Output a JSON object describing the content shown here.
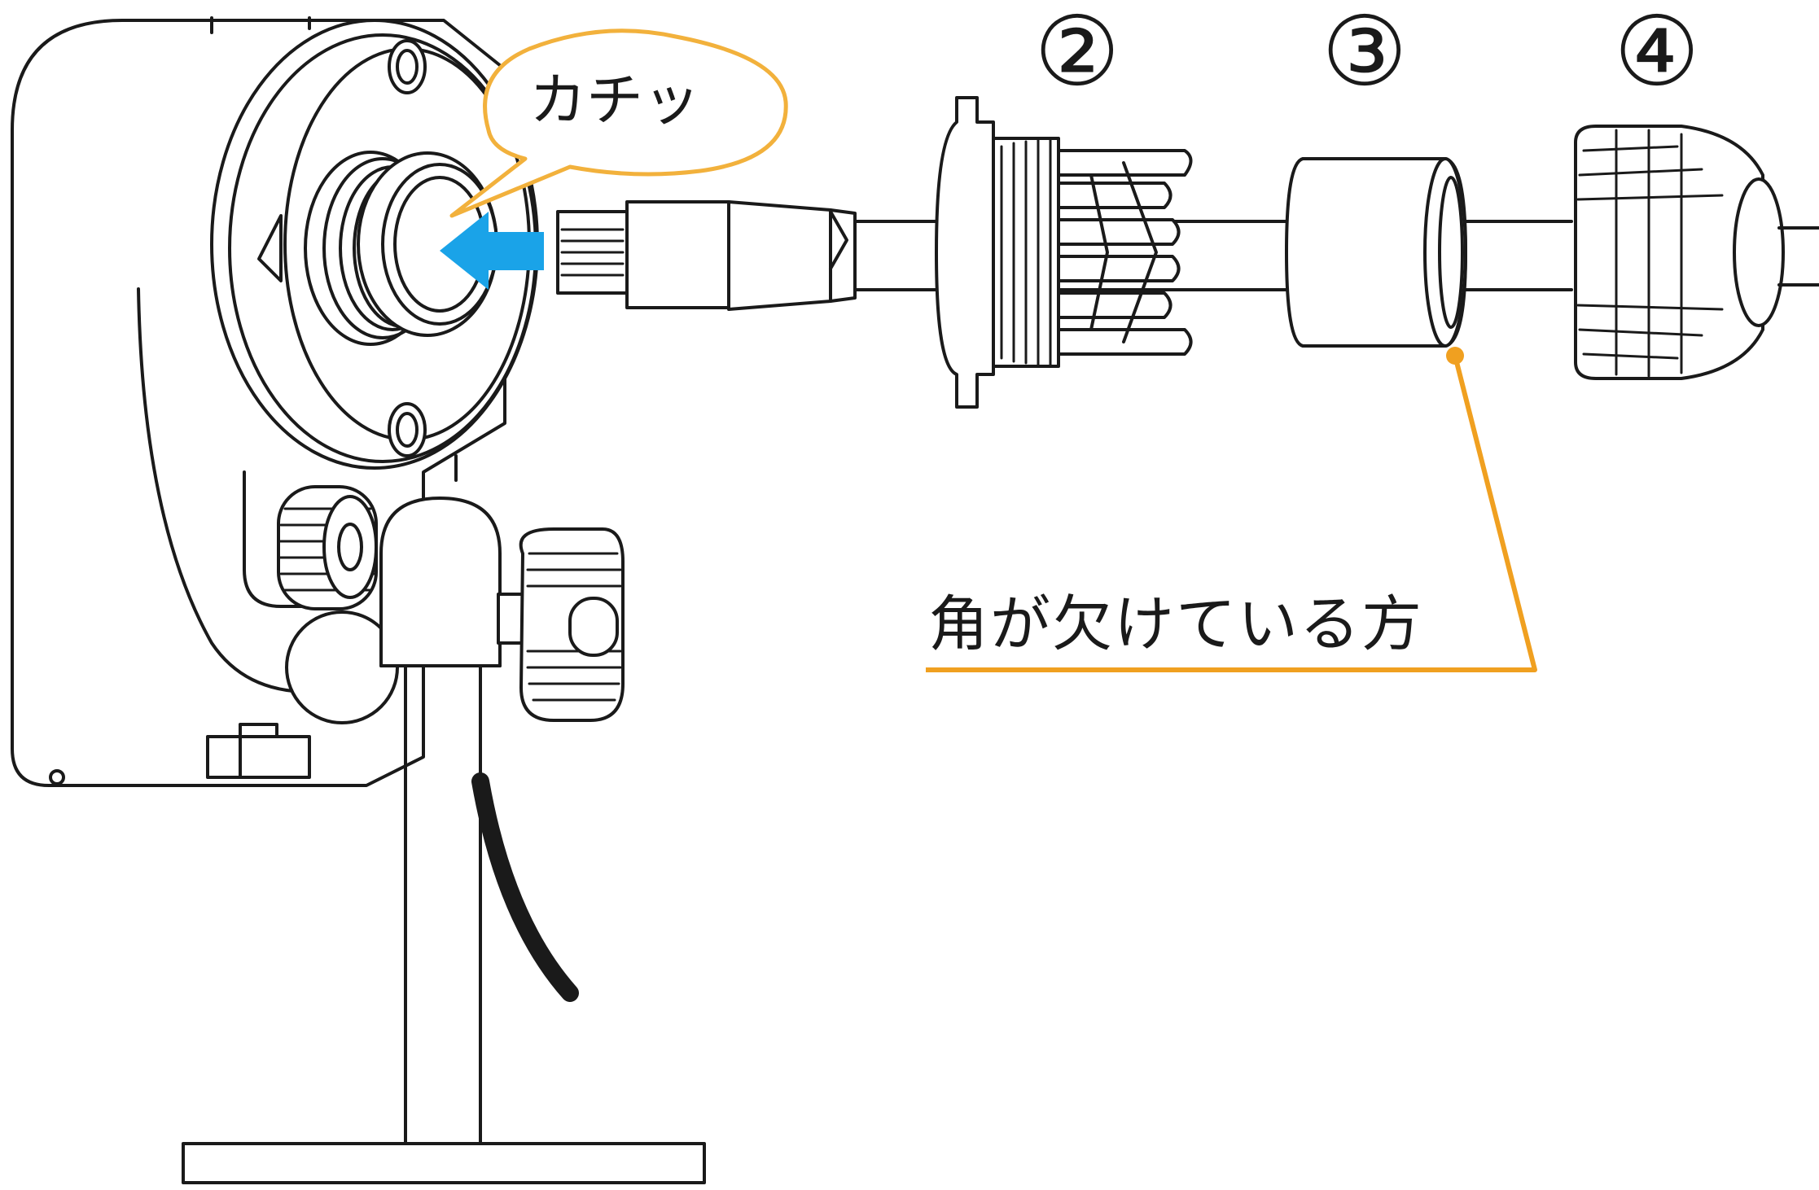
{
  "bubble": {
    "label": "カチッ"
  },
  "parts": [
    {
      "number": "②"
    },
    {
      "number": "③"
    },
    {
      "number": "④"
    }
  ],
  "callout": {
    "label": "角が欠けている方"
  },
  "colors": {
    "line": "#1a1a1a",
    "accent_orange": "#f0a020",
    "bubble_stroke": "#f2b13c",
    "arrow_blue": "#1aa3e8"
  },
  "icons": {
    "push_arrow": "arrow-left-icon"
  }
}
